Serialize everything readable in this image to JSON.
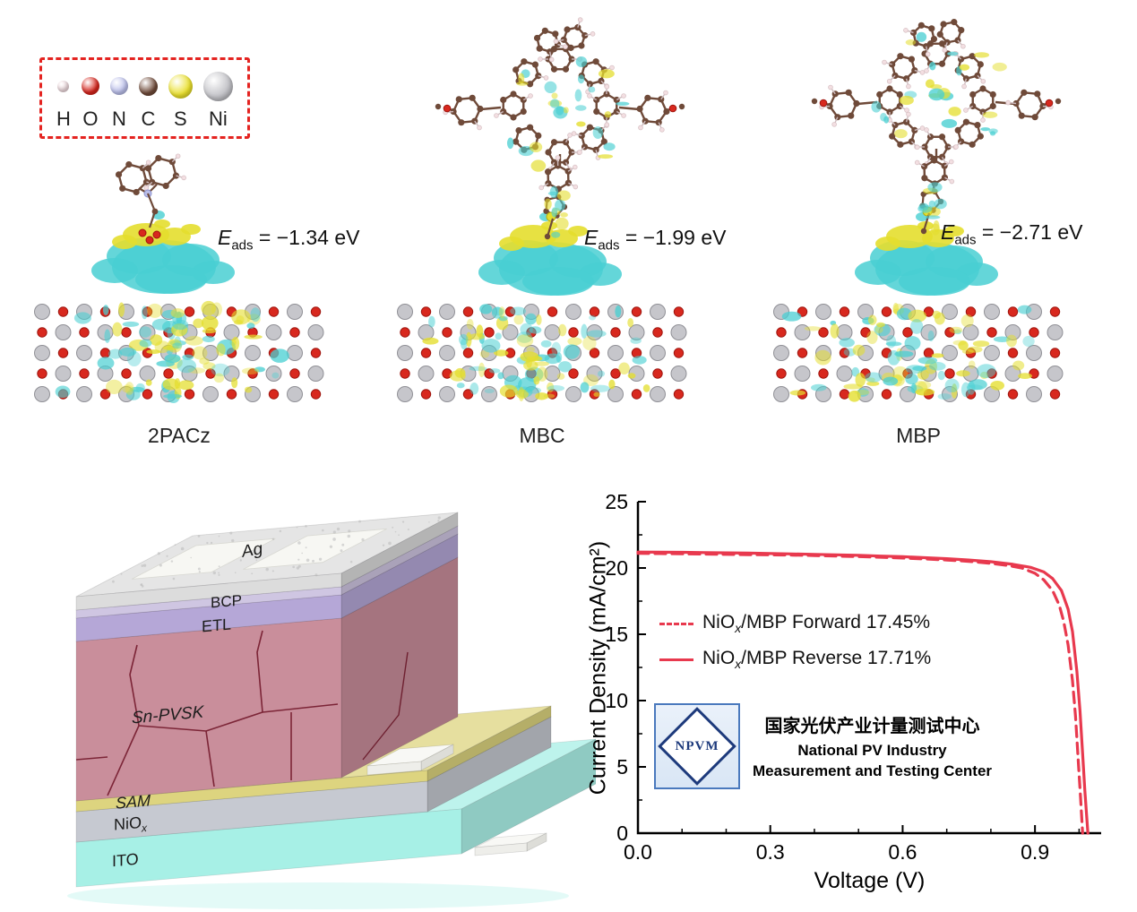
{
  "atom_legend": {
    "atoms": [
      {
        "symbol": "H",
        "color": "#f3dee2"
      },
      {
        "symbol": "O",
        "color": "#d6251d"
      },
      {
        "symbol": "N",
        "color": "#bcc0ec"
      },
      {
        "symbol": "C",
        "color": "#6f4a39"
      },
      {
        "symbol": "S",
        "color": "#e9df2b"
      },
      {
        "symbol": "Ni",
        "color": "#bfbfc4"
      }
    ]
  },
  "panels": [
    {
      "name": "2PACz",
      "energy": {
        "symbol": "E",
        "sub": "ads",
        "value": " = −1.34 eV"
      }
    },
    {
      "name": "MBC",
      "energy": {
        "symbol": "E",
        "sub": "ads",
        "value": " = −1.99 eV"
      }
    },
    {
      "name": "MBP",
      "energy": {
        "symbol": "E",
        "sub": "ads",
        "value": " = −2.71 eV"
      }
    }
  ],
  "device": {
    "layers": [
      {
        "label": "Ag",
        "color": "#dcdcdc"
      },
      {
        "label": "BCP",
        "color": "#cfc6e2"
      },
      {
        "label": "ETL",
        "color": "#b5a7d7"
      },
      {
        "label": "Sn-PVSK",
        "color": "#c98e9b"
      },
      {
        "label": "SAM",
        "color": "#ddd47f"
      },
      {
        "label": "NiO",
        "sub": "x",
        "color": "#c6c9d1"
      },
      {
        "label": "ITO",
        "color": "#9ceee3"
      }
    ]
  },
  "chart_data": {
    "type": "line",
    "xlabel": "Voltage (V)",
    "ylabel": "Current Density (mA/cm²)",
    "xlim": [
      0,
      1.05
    ],
    "ylim": [
      0,
      25
    ],
    "xticks": [
      "0.0",
      "0.3",
      "0.6",
      "0.9"
    ],
    "xtick_values": [
      0,
      0.3,
      0.6,
      0.9
    ],
    "yticks": [
      0,
      5,
      10,
      15,
      20,
      25
    ],
    "series": [
      {
        "name_base": "NiO",
        "name_sub": "x",
        "name_rest": "/MBP Forward 17.45%",
        "style": "dashed",
        "color": "#e8394e",
        "x": [
          0,
          0.05,
          0.1,
          0.15,
          0.2,
          0.25,
          0.3,
          0.35,
          0.4,
          0.45,
          0.5,
          0.55,
          0.6,
          0.65,
          0.7,
          0.75,
          0.8,
          0.84,
          0.87,
          0.9,
          0.92,
          0.94,
          0.955,
          0.965,
          0.975,
          0.985,
          0.992,
          0.998,
          1.003,
          1.008
        ],
        "y": [
          21.1,
          21.09,
          21.07,
          21.05,
          21.03,
          21.01,
          20.99,
          20.97,
          20.94,
          20.9,
          20.86,
          20.81,
          20.75,
          20.68,
          20.6,
          20.5,
          20.35,
          20.18,
          20.0,
          19.6,
          19.1,
          18.3,
          17.2,
          16.0,
          14.2,
          11.5,
          8.8,
          5.5,
          2.8,
          0
        ]
      },
      {
        "name_base": "NiO",
        "name_sub": "x",
        "name_rest": "/MBP Reverse 17.71%",
        "style": "solid",
        "color": "#e8394e",
        "x": [
          0,
          0.05,
          0.1,
          0.15,
          0.2,
          0.25,
          0.3,
          0.35,
          0.4,
          0.45,
          0.5,
          0.55,
          0.6,
          0.65,
          0.7,
          0.75,
          0.8,
          0.85,
          0.89,
          0.92,
          0.94,
          0.96,
          0.975,
          0.985,
          0.995,
          1.002,
          1.008,
          1.013,
          1.017,
          1.02
        ],
        "y": [
          21.2,
          21.19,
          21.18,
          21.16,
          21.14,
          21.12,
          21.09,
          21.06,
          21.03,
          20.99,
          20.95,
          20.9,
          20.85,
          20.78,
          20.7,
          20.6,
          20.47,
          20.28,
          20.05,
          19.7,
          19.2,
          18.3,
          16.9,
          15.2,
          12.2,
          9.2,
          6.0,
          3.2,
          1.3,
          0
        ]
      }
    ]
  },
  "certification": {
    "logo_text": "NPVM",
    "line_cn": "国家光伏产业计量测试中心",
    "line_en1": "National PV Industry",
    "line_en2": "Measurement and Testing Center"
  },
  "colors": {
    "curve_red": "#e8394e",
    "isosurface_cyan": "#49cfd2",
    "isosurface_yellow": "#e4de2e",
    "legend_border_red": "#e42320"
  }
}
